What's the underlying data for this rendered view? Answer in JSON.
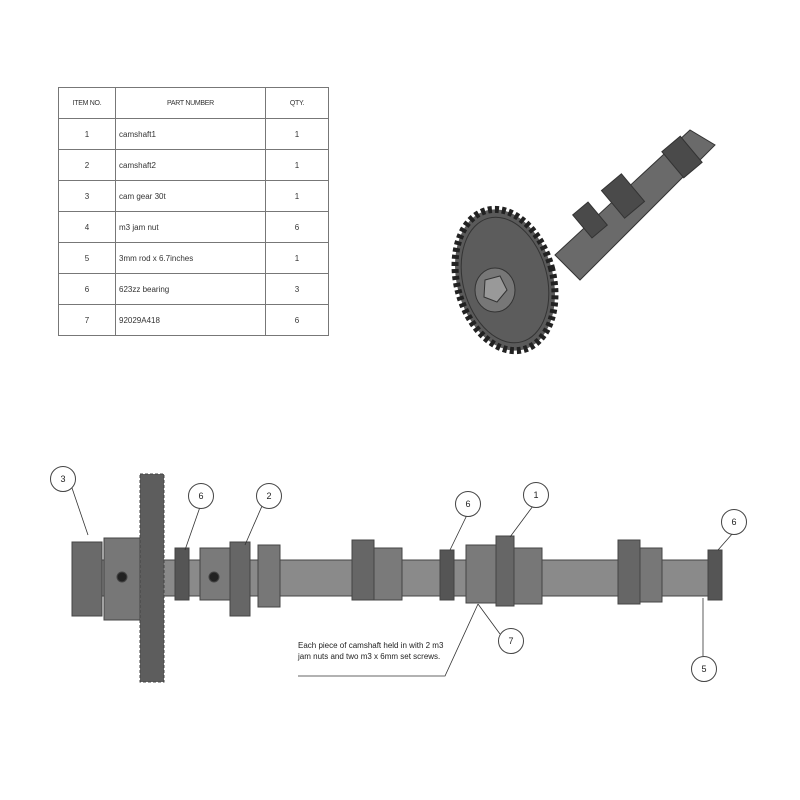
{
  "bom": {
    "headers": [
      "ITEM NO.",
      "PART NUMBER",
      "QTY."
    ],
    "rows": [
      {
        "item": "1",
        "part": "camshaft1",
        "qty": "1"
      },
      {
        "item": "2",
        "part": "camshaft2",
        "qty": "1"
      },
      {
        "item": "3",
        "part": "cam gear 30t",
        "qty": "1"
      },
      {
        "item": "4",
        "part": "m3 jam nut",
        "qty": "6"
      },
      {
        "item": "5",
        "part": "3mm rod x 6.7inches",
        "qty": "1"
      },
      {
        "item": "6",
        "part": "623zz bearing",
        "qty": "3"
      },
      {
        "item": "7",
        "part": "92029A418",
        "qty": "6"
      }
    ]
  },
  "balloons": [
    "3",
    "6",
    "2",
    "6",
    "1",
    "6",
    "7",
    "5"
  ],
  "note": "Each piece of camshaft held in with 2 m3 jam nuts and two m3 x 6mm set screws."
}
